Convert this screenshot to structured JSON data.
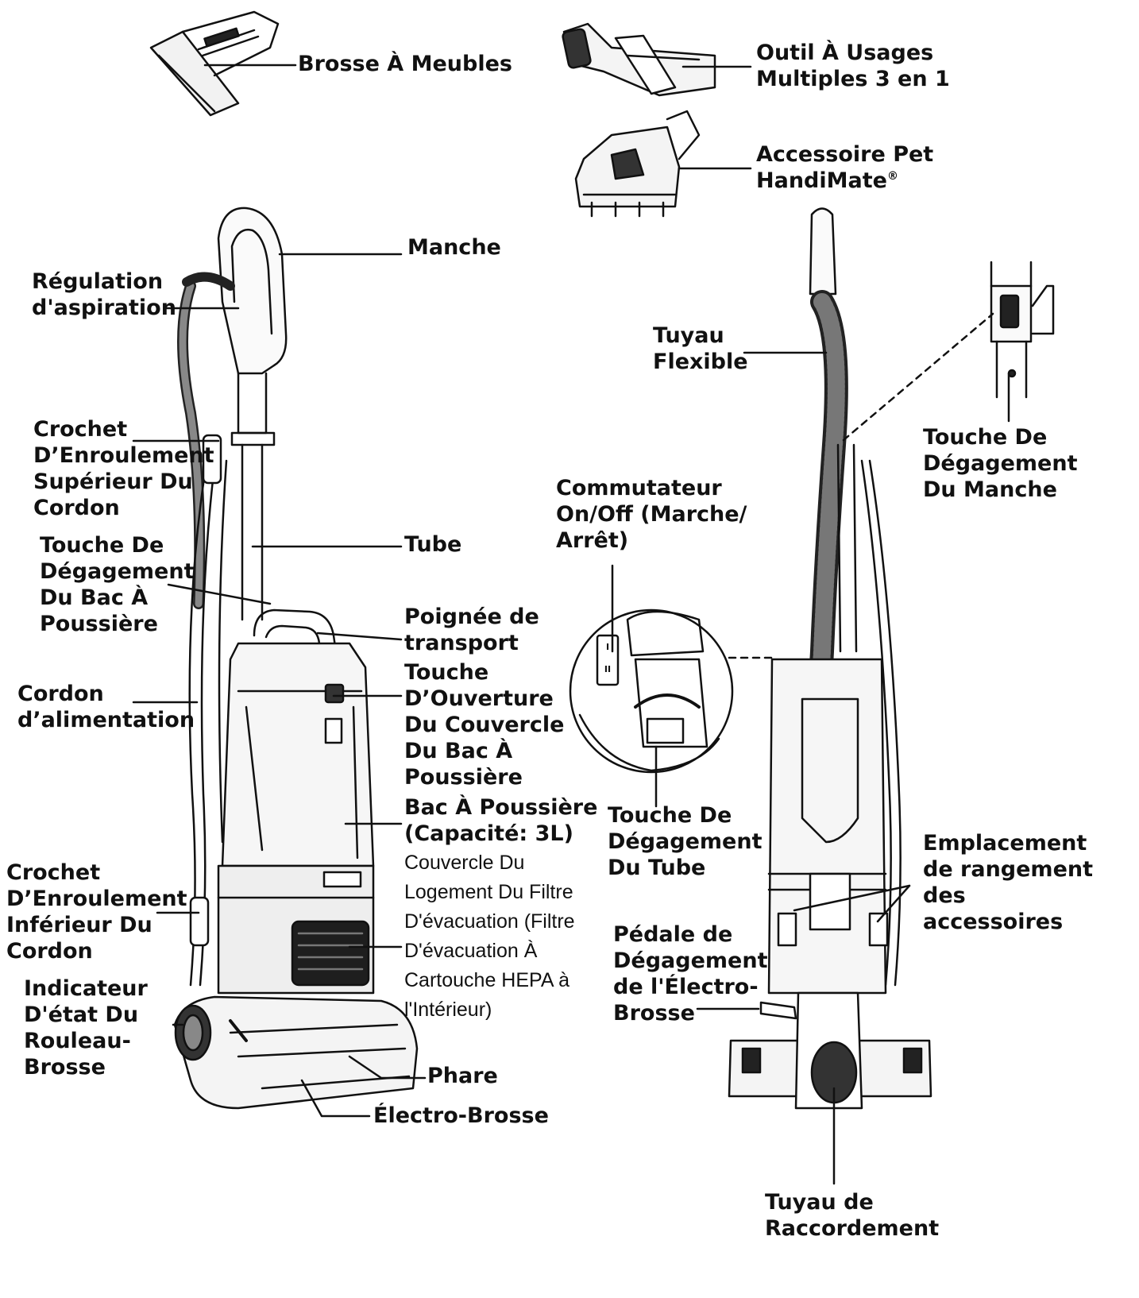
{
  "labels": {
    "furniture_brush": "Brosse À Meubles",
    "multi_tool": "Outil À Usages\nMultiples 3 en 1",
    "pet_tool": "Accessoire Pet\nHandiMate",
    "pet_tool_mark": "®",
    "handle": "Manche",
    "suction_control": "Régulation\nd'aspiration",
    "upper_cord_hook": "Crochet\nD’Enroulement\nSupérieur Du\nCordon",
    "tube": "Tube",
    "dust_bin_release": "Touche De\nDégagement\nDu Bac À\nPoussière",
    "carry_handle": "Poignée de\ntransport",
    "bin_lid_open": "Touche\nD’Ouverture\nDu Couvercle\nDu Bac À\nPoussière",
    "power_cord": "Cordon\nd’alimentation",
    "dust_bin": "Bac À Poussière\n(Capacité: 3L)",
    "exhaust_filter_cover": "Couvercle Du\nLogement Du Filtre\nD'évacuation (Filtre\nD'évacuation À\nCartouche HEPA à\nl'Intérieur)",
    "lower_cord_hook": "Crochet\nD’Enroulement\nInférieur Du\nCordon",
    "brushroll_indicator": "Indicateur\nD'état Du\nRouleau-\nBrosse",
    "headlight": "Phare",
    "power_brush": "Électro-Brosse",
    "flexible_hose": "Tuyau\nFlexible",
    "handle_release": "Touche De\nDégagement\nDu Manche",
    "on_off_switch": "Commutateur\nOn/Off (Marche/\nArrêt)",
    "tube_release": "Touche De\nDégagement\nDu Tube",
    "accessory_storage": "Emplacement\nde rangement\ndes\naccessoires",
    "brush_release_pedal": "Pédale de\nDégagement\nde l'Électro-\nBrosse",
    "connection_hose": "Tuyau de\nRaccordement"
  },
  "switch_marks": {
    "on": "I",
    "off": "II"
  }
}
